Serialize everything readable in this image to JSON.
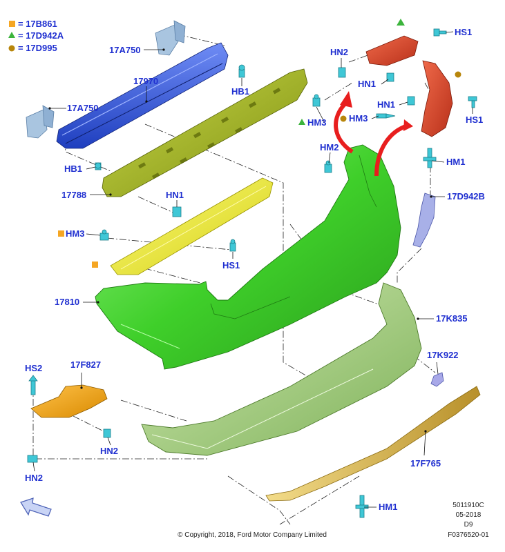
{
  "legend": [
    {
      "shape": "square",
      "color": "#f5a623",
      "text": "= 17B861"
    },
    {
      "shape": "triangle",
      "color": "#3cb43c",
      "text": "= 17D942A"
    },
    {
      "shape": "circle",
      "color": "#b8860b",
      "text": "= 17D995"
    }
  ],
  "labels": {
    "p17A750_top": "17A750",
    "p17A750_left": "17A750",
    "p17970": "17970",
    "hb1_top": "HB1",
    "hb1_left": "HB1",
    "p17788": "17788",
    "hn1_mid": "HN1",
    "hm3_left": "HM3",
    "hs1_mid": "HS1",
    "p17810": "17810",
    "hn2_top": "HN2",
    "hm3_mid": "HM3",
    "hm2": "HM2",
    "hn1_top": "HN1",
    "hn1_right": "HN1",
    "hm3_right": "HM3",
    "hs1_top": "HS1",
    "hs1_right": "HS1",
    "hm1_top": "HM1",
    "p17D942B": "17D942B",
    "p17K835": "17K835",
    "p17K922": "17K922",
    "hs2": "HS2",
    "p17F827": "17F827",
    "hn2_bottom": "HN2",
    "hn2_left": "HN2",
    "p17F765": "17F765",
    "hm1_bottom": "HM1"
  },
  "footer": {
    "copyright": "© Copyright, 2018, Ford Motor Company Limited",
    "code1": "5011910C",
    "date": "05-2018",
    "rev": "D9",
    "figure": "F0376520-01"
  },
  "colors": {
    "label": "#1f2fd0",
    "reinforcement": "#3355dd",
    "absorber": "#a8b820",
    "lower_absorber": "#e8e83a",
    "cover": "#4ed43a",
    "lower_cover": "#9ccf6e",
    "bracket": "#e0442a",
    "trim": "#d9b24a",
    "clip": "#3fc7d6",
    "arrow": "#e81e1e"
  }
}
